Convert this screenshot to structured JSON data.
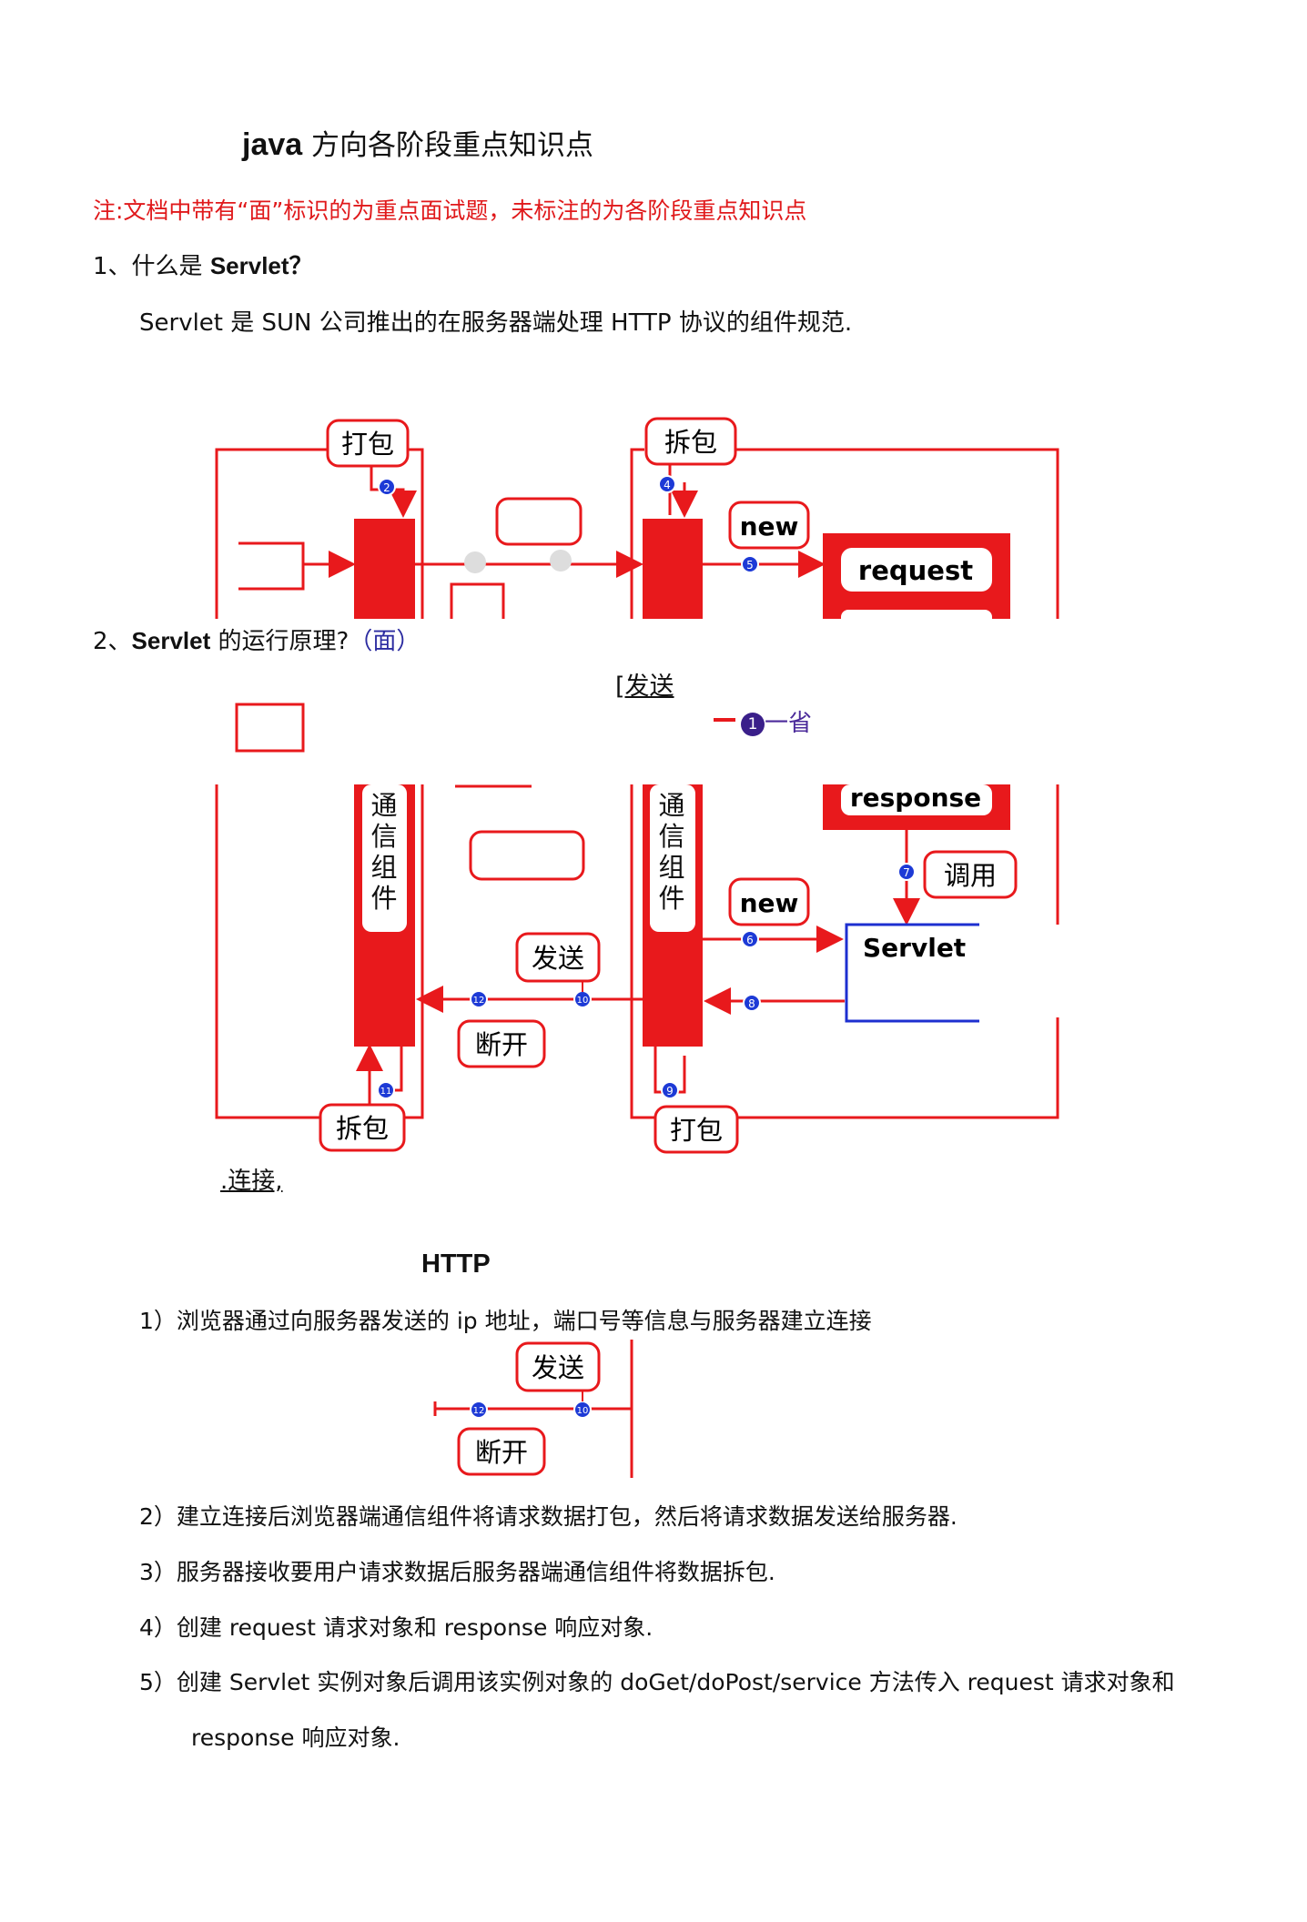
{
  "title": {
    "java": "java",
    "rest": " 方向各阶段重点知识点"
  },
  "note": "注:文档中带有“面”标识的为重点面试题，未标注的为各阶段重点知识点",
  "q1": {
    "num": "1、什么是 ",
    "term": "Servlet",
    "tail": "？"
  },
  "q1_answer": "Servlet 是 SUN 公司推出的在服务器端处理 HTTP 协议的组件规范.",
  "q2": {
    "num": "2、",
    "term": "Servlet",
    "tail": " 的运行原理?",
    "tag": "（面）"
  },
  "diagram": {
    "pack_left": "打包",
    "unpack_right": "拆包",
    "new_label": "new",
    "request": "request",
    "response": "response",
    "invoke": "调用",
    "servlet": "Servlet",
    "comm_component": "通信组件",
    "send": "发送",
    "disconnect": "断开",
    "unpack_left": "拆包",
    "pack_right": "打包",
    "stray_send": "[发送",
    "stray_sheng_num": "1",
    "stray_sheng": "一省",
    "stray_connect": ".连接,",
    "http": "HTTP",
    "step_badges": [
      "2",
      "4",
      "5",
      "6",
      "7",
      "8",
      "9",
      "10",
      "11",
      "12"
    ]
  },
  "steps": [
    "1）浏览器通过向服务器发送的 ip 地址，端口号等信息与服务器建立连接",
    "2）建立连接后浏览器端通信组件将请求数据打包，然后将请求数据发送给服务器.",
    "3）服务器接收要用户请求数据后服务器端通信组件将数据拆包.",
    "4）创建 request 请求对象和 response 响应对象.",
    "5）创建 Servlet 实例对象后调用该实例对象的 doGet/doPost/service 方法传入 request 请求对象和"
  ],
  "step5_cont": "response 响应对象.",
  "colors": {
    "red": "#e8191c",
    "blue": "#1d2fd0",
    "badge": "#1d3ad6"
  }
}
